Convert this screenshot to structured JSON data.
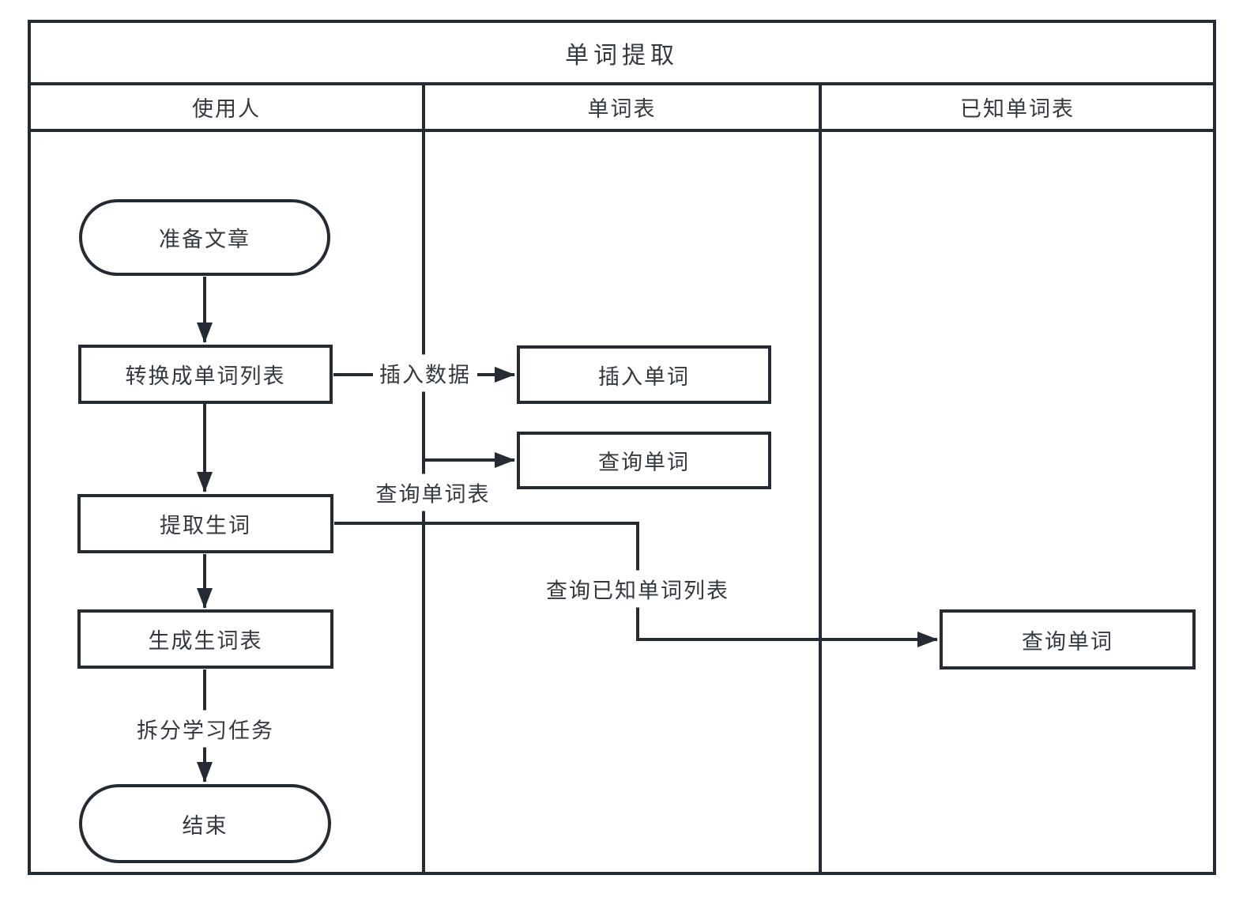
{
  "diagram": {
    "title": "单词提取",
    "lanes": [
      {
        "label": "使用人"
      },
      {
        "label": "单词表"
      },
      {
        "label": "已知单词表"
      }
    ],
    "nodes": {
      "prepare": {
        "type": "start-terminator",
        "lane": "使用人",
        "label": "准备文章"
      },
      "convert": {
        "type": "process",
        "lane": "使用人",
        "label": "转换成单词列表"
      },
      "extract": {
        "type": "process",
        "lane": "使用人",
        "label": "提取生词"
      },
      "generate": {
        "type": "process",
        "lane": "使用人",
        "label": "生成生词表"
      },
      "end": {
        "type": "end-terminator",
        "lane": "使用人",
        "label": "结束"
      },
      "insert_word": {
        "type": "process",
        "lane": "单词表",
        "label": "插入单词"
      },
      "query_word": {
        "type": "process",
        "lane": "单词表",
        "label": "查询单词"
      },
      "query_known_word": {
        "type": "process",
        "lane": "已知单词表",
        "label": "查询单词"
      }
    },
    "edge_labels": {
      "insert_data": "插入数据",
      "query_word_list": "查询单词表",
      "query_known_word_list": "查询已知单词列表",
      "split_learning_tasks": "拆分学习任务"
    },
    "colors": {
      "line": "#252b33",
      "text": "#33393f",
      "background": "#ffffff"
    }
  }
}
